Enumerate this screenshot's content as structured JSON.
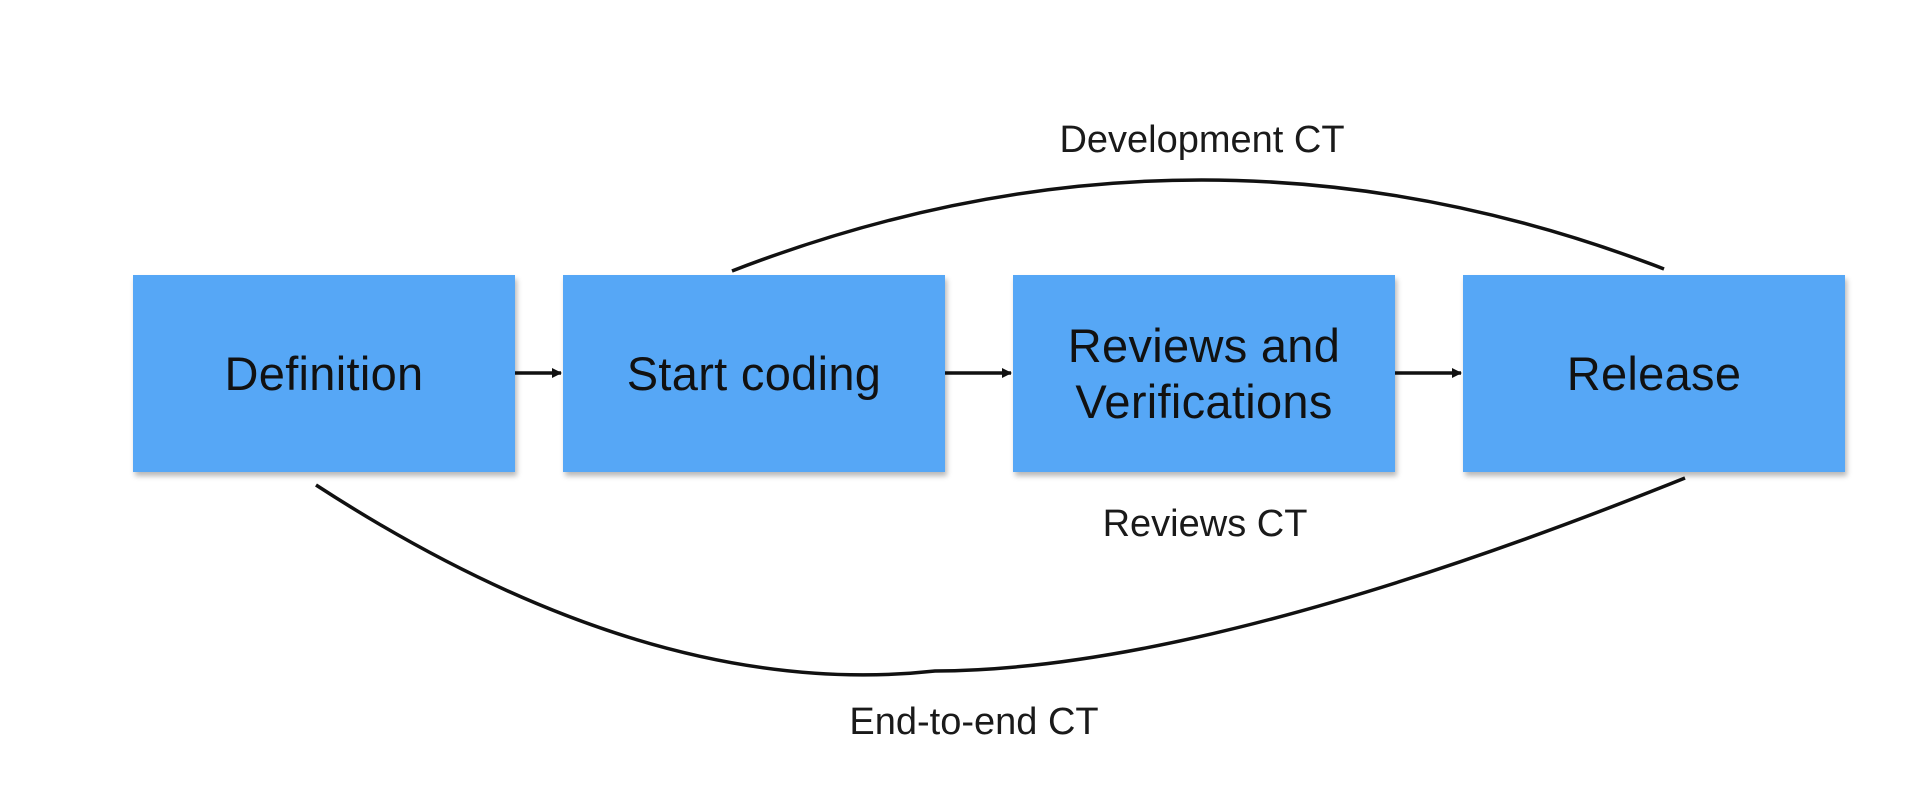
{
  "colors": {
    "box_fill": "#56A7F6",
    "line": "#111111",
    "background": "#FFFFFF"
  },
  "stages": [
    {
      "label": "Definition"
    },
    {
      "label": "Start coding"
    },
    {
      "label": "Reviews and Verifications"
    },
    {
      "label": "Release"
    }
  ],
  "cycle_times": {
    "development": "Development CT",
    "reviews": "Reviews CT",
    "end_to_end": "End-to-end CT"
  }
}
